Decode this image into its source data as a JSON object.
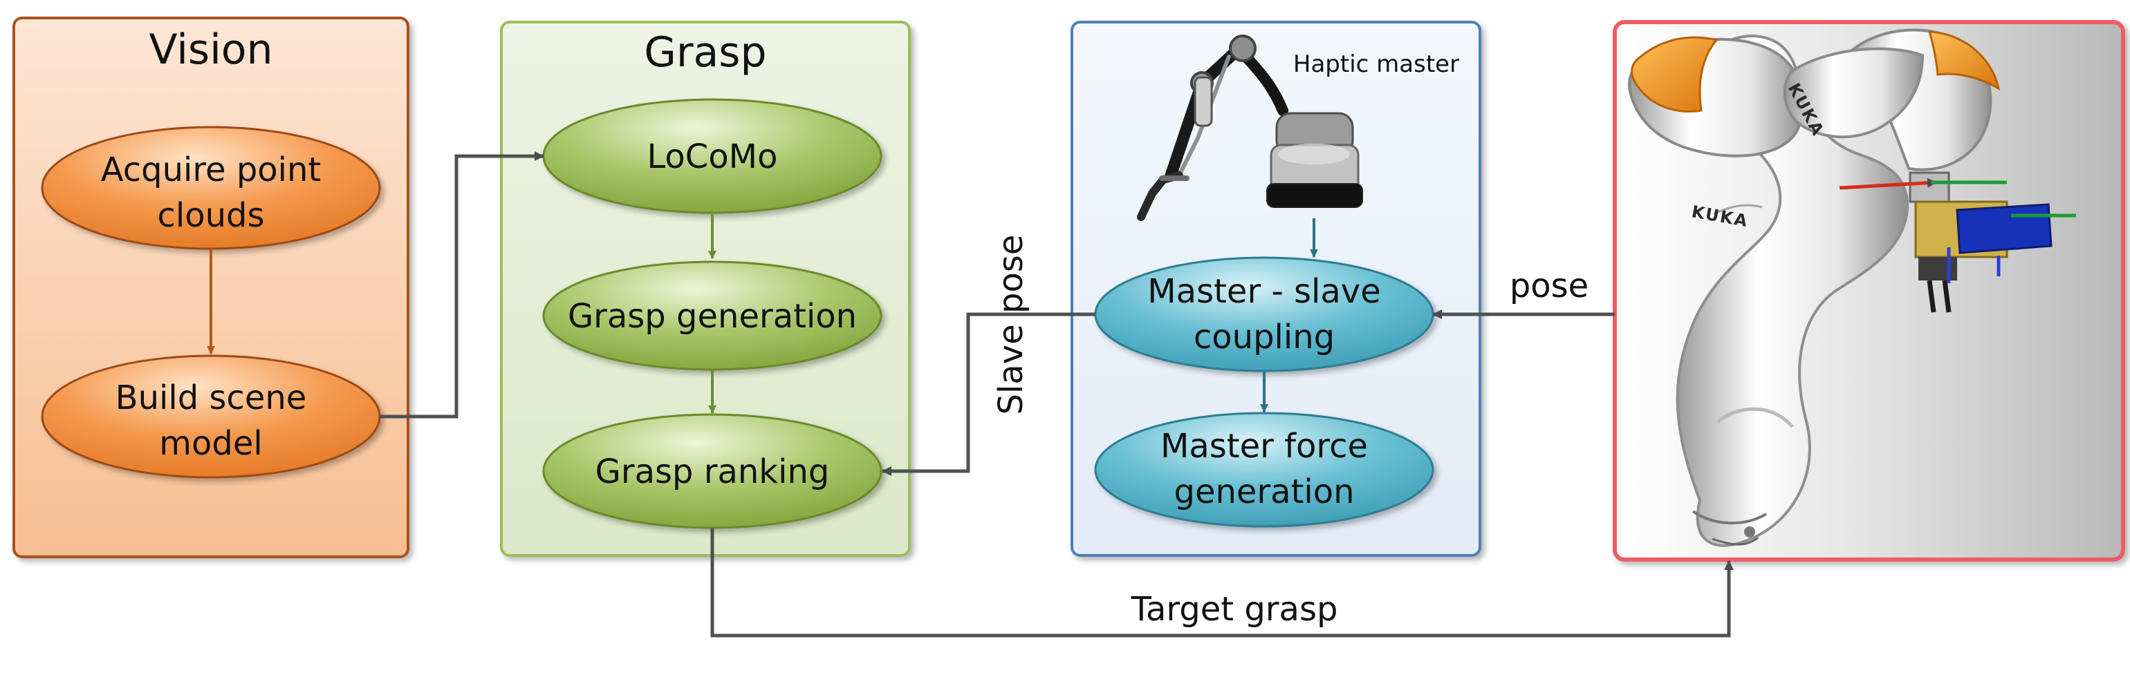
{
  "panels": {
    "vision": {
      "title": "Vision"
    },
    "grasp": {
      "title": "Grasp"
    },
    "haptic": {
      "label": "Haptic master"
    }
  },
  "nodes": {
    "acquire": {
      "line1": "Acquire point",
      "line2": "clouds"
    },
    "build": {
      "line1": "Build scene",
      "line2": "model"
    },
    "locomo": {
      "label": "LoCoMo"
    },
    "grasp_generation": {
      "label": "Grasp generation"
    },
    "grasp_ranking": {
      "label": "Grasp ranking"
    },
    "coupling": {
      "line1": "Master - slave",
      "line2": "coupling"
    },
    "force": {
      "line1": "Master force",
      "line2": "generation"
    }
  },
  "edges": {
    "slave_pose": "Slave pose",
    "pose": "pose",
    "target_grasp": "Target grasp"
  },
  "robot": {
    "brand_upper": "KUKA",
    "brand_lower": "KUKA"
  },
  "colors": {
    "vision_border": "#a9521c",
    "grasp_border": "#9cbd5b",
    "haptic_border": "#4f7fb6",
    "robot_border": "#ee5c66",
    "orange_node": "#f08a33",
    "green_node": "#8fb148",
    "blue_node": "#4db0c7",
    "kuka_orange": "#f49a1d"
  }
}
